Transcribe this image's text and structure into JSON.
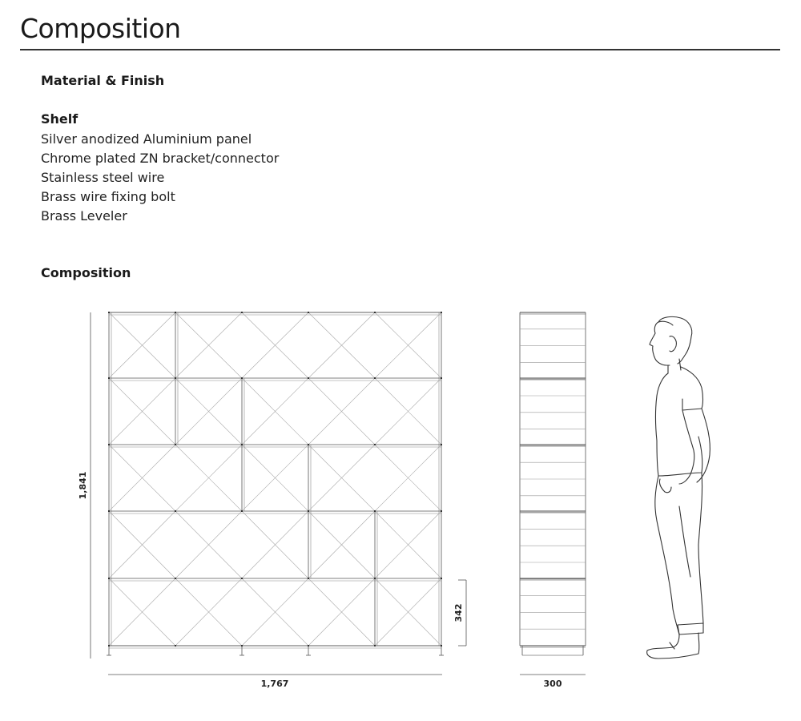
{
  "header": {
    "title": "Composition"
  },
  "material": {
    "heading": "Material & Finish",
    "shelf_heading": "Shelf",
    "items": [
      "Silver anodized Aluminium panel",
      "Chrome plated ZN bracket/connector",
      "Stainless steel wire",
      "Brass wire fixing bolt",
      "Brass Leveler"
    ]
  },
  "composition": {
    "heading": "Composition",
    "dimensions": {
      "height": "1,841",
      "width": "1,767",
      "depth": "300",
      "shelf_height": "342"
    }
  }
}
